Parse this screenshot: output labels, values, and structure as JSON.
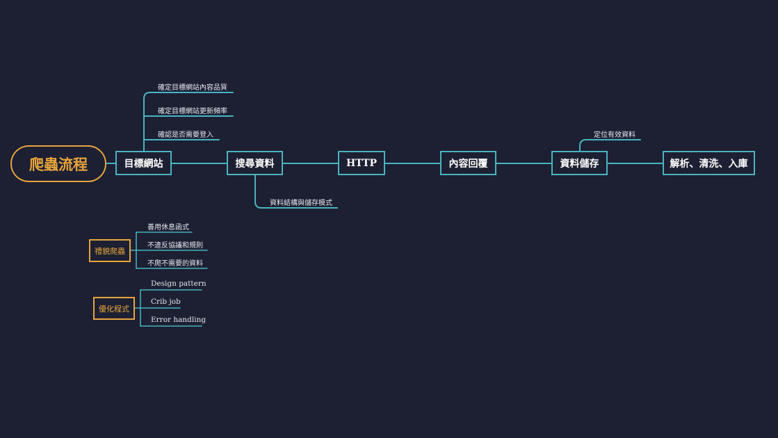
{
  "root": {
    "label": "爬蟲流程"
  },
  "main_nodes": [
    {
      "label": "目標網站"
    },
    {
      "label": "搜尋資料"
    },
    {
      "label": "HTTP"
    },
    {
      "label": "內容回覆"
    },
    {
      "label": "資料儲存"
    },
    {
      "label": "解析、清洗、入庫"
    }
  ],
  "target_site_children": [
    "確定目標網站內容品質",
    "確定目標網站更新頻率",
    "確認是否需要登入"
  ],
  "search_children": [
    "資料結構與儲存模式"
  ],
  "storage_children": [
    "定位有效資料"
  ],
  "polite": {
    "label": "禮貌爬蟲",
    "children": [
      "善用休息函式",
      "不違反協議和規則",
      "不爬不需要的資料"
    ]
  },
  "optimize": {
    "label": "優化程式",
    "children": [
      "Design pattern",
      "Crib job",
      "Error handling"
    ]
  },
  "colors": {
    "background": "#1c2032",
    "main_line": "#4ab4c2",
    "accent": "#e8a53c",
    "text": "#ffffff"
  }
}
